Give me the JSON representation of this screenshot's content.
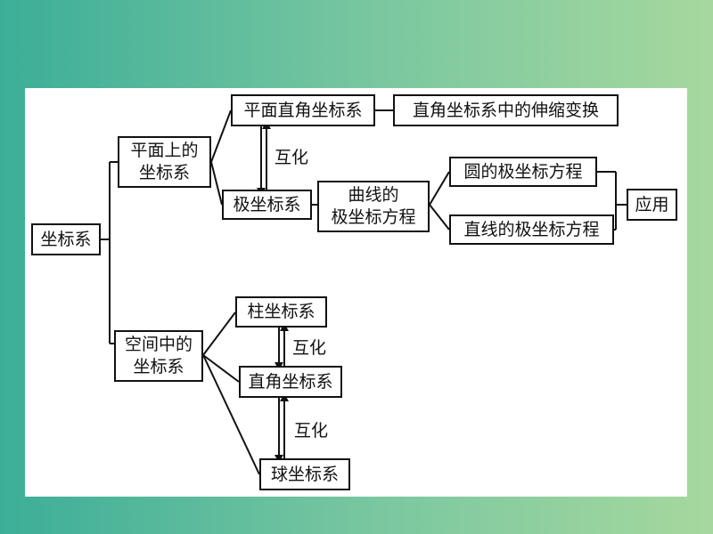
{
  "nodes": {
    "root": "坐标系",
    "plane_title": [
      "平面上的",
      "坐标系"
    ],
    "rect2d": "平面直角坐标系",
    "stretch": "直角坐标系中的伸缩变换",
    "polar": "极坐标系",
    "curve_eq": [
      "曲线的",
      "极坐标方程"
    ],
    "circle_eq": "圆的极坐标方程",
    "line_eq": "直线的极坐标方程",
    "application": "应用",
    "space_title": [
      "空间中的",
      "坐标系"
    ],
    "cylindrical": "柱坐标系",
    "rect3d": "直角坐标系",
    "spherical": "球坐标系"
  },
  "labels": {
    "convert_plane": "互化",
    "convert_space_top": "互化",
    "convert_space_bottom": "互化"
  }
}
